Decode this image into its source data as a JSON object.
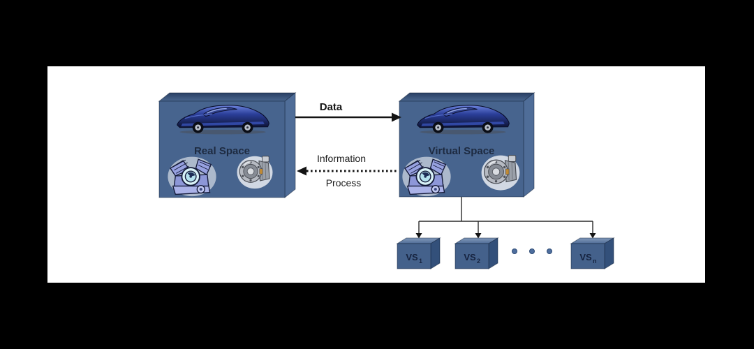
{
  "diagram": {
    "real_space": {
      "label": "Real Space"
    },
    "virtual_space": {
      "label": "Virtual Space"
    },
    "arrows": {
      "data": "Data",
      "information": "Information",
      "process": "Process"
    },
    "vs_boxes": [
      {
        "name": "VS",
        "sub": "1"
      },
      {
        "name": "VS",
        "sub": "2"
      },
      {
        "name": "VS",
        "sub": "n"
      }
    ],
    "ellipsis_dot_count": 3,
    "icons": {
      "car": "sports-car-clipart",
      "engine": "engine-clipart",
      "machine_part": "gear-assembly-clipart"
    },
    "colors": {
      "page_background": "#000000",
      "canvas_background": "#ffffff",
      "box_front": "#47648e",
      "box_top_back": "#293f63",
      "box_side": "#4f6d98",
      "small_box_front": "#44618b",
      "small_box_top_light": "#7f95b5",
      "small_box_side": "#33507a",
      "label_text": "#1d2a40",
      "arrow_black": "#141414",
      "ellipsis_dot": "#4e6e9e"
    }
  }
}
